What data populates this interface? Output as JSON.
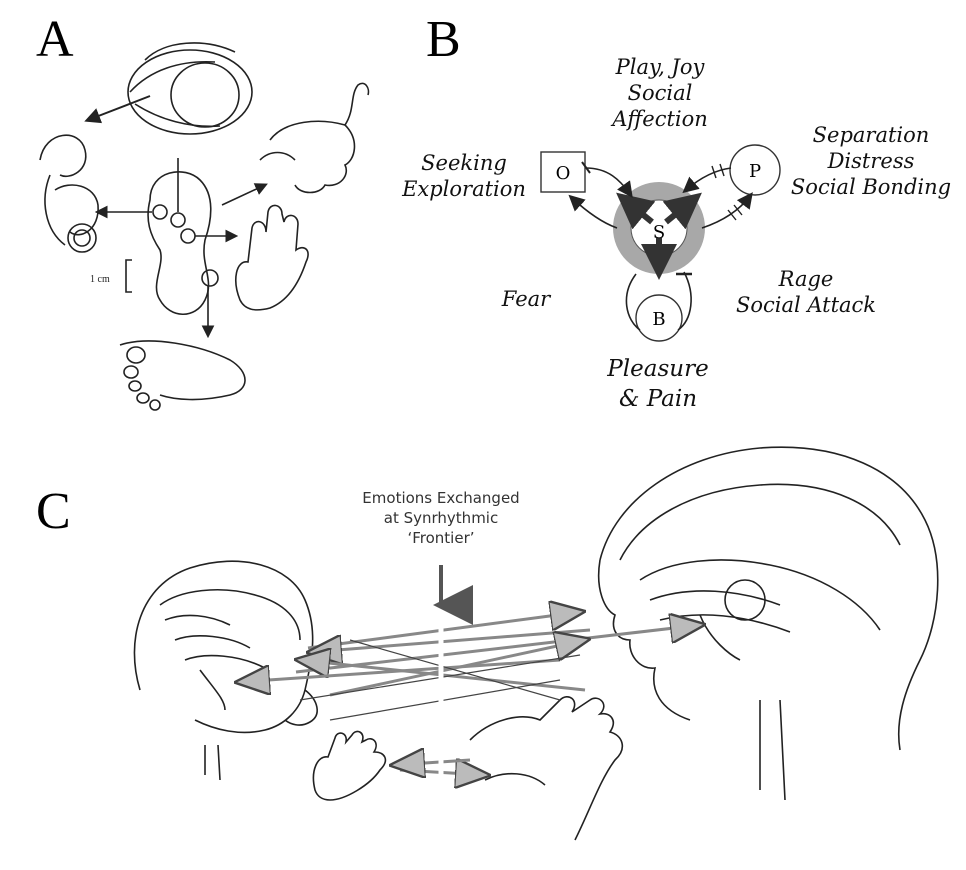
{
  "panels": {
    "a": "A",
    "b": "B",
    "c": "C"
  },
  "diagram_b": {
    "labels": {
      "play": [
        "Play, Joy",
        "Social",
        "Affection"
      ],
      "seeking": [
        "Seeking",
        "Exploration"
      ],
      "separation": [
        "Separation",
        "Distress",
        "Social Bonding"
      ],
      "fear": "Fear",
      "rage": [
        "Rage",
        "Social Attack"
      ],
      "pleasure": [
        "Pleasure",
        "& Pain"
      ]
    },
    "nodes": {
      "o": "O",
      "p": "P",
      "s": "S",
      "b": "B"
    }
  },
  "diagram_c": {
    "caption": [
      "Emotions Exchanged",
      "at Synrhythmic",
      "‘Frontier’"
    ]
  }
}
